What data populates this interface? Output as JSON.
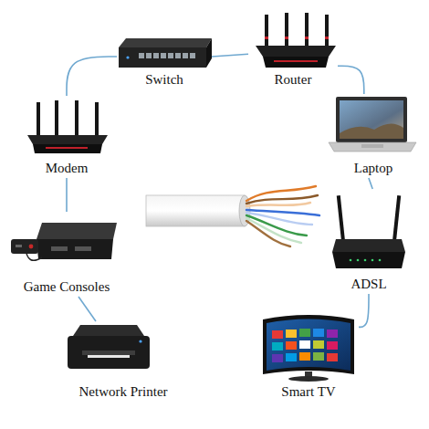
{
  "diagram": {
    "nodes": [
      {
        "text": [
          "Switch"
        ]
      },
      {
        "text": [
          "Router"
        ]
      },
      {
        "text": [
          "Laptop"
        ]
      },
      {
        "text": [
          "ADSL"
        ]
      },
      {
        "text": [
          "Smart TV"
        ]
      },
      {
        "text": [
          "Network Printer"
        ]
      },
      {
        "text": [
          "Game Consoles"
        ]
      },
      {
        "text": [
          "Modem"
        ]
      }
    ],
    "edges": [
      {
        "from": 0,
        "to": 1,
        "arrow": "none"
      },
      {
        "from": 1,
        "to": 2,
        "arrow": "none"
      },
      {
        "from": 2,
        "to": 3,
        "arrow": "none"
      },
      {
        "from": 3,
        "to": 4,
        "arrow": "none"
      },
      {
        "from": 7,
        "to": 0,
        "arrow": "none"
      },
      {
        "from": 7,
        "to": 6,
        "arrow": "none"
      },
      {
        "from": 6,
        "to": 5,
        "arrow": "none"
      }
    ]
  }
}
